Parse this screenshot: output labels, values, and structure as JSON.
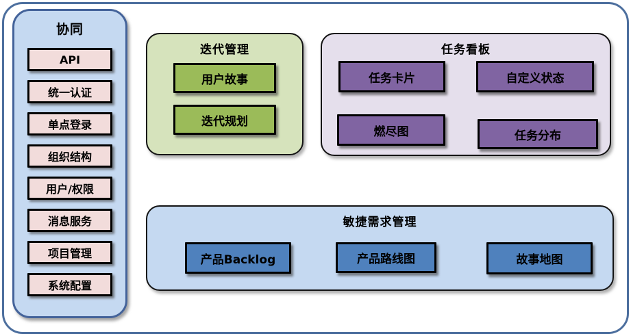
{
  "diagram": {
    "type": "feature-block-diagram"
  },
  "colors": {
    "outer_frame_border": "#4d6f9e",
    "sidebar_fill": "#c5d9f1",
    "sidebar_border": "#44639a",
    "sidebar_item_fill": "#f2dcdb",
    "iteration_panel_fill": "#d6e3bc",
    "iteration_item_fill": "#9bbb59",
    "taskboard_panel_fill": "#e5dfec",
    "taskboard_item_fill": "#8064a2",
    "agile_panel_fill": "#c5d9f1",
    "agile_item_fill": "#4f81bd",
    "box_border": "#000000",
    "text": "#000000"
  },
  "sidebar": {
    "title": "协同",
    "items": [
      "API",
      "统一认证",
      "单点登录",
      "组织结构",
      "用户/权限",
      "消息服务",
      "项目管理",
      "系统配置"
    ]
  },
  "panels": {
    "iteration": {
      "title": "迭代管理",
      "items": [
        "用户故事",
        "迭代规划"
      ]
    },
    "taskboard": {
      "title": "任务看板",
      "items": [
        "任务卡片",
        "自定义状态",
        "燃尽图",
        "任务分布"
      ]
    },
    "agile": {
      "title": "敏捷需求管理",
      "items": [
        "产品Backlog",
        "产品路线图",
        "故事地图"
      ]
    }
  }
}
